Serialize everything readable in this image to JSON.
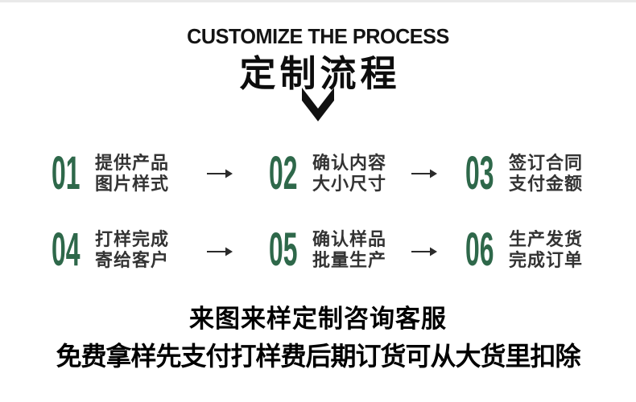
{
  "header": {
    "english_title": "CUSTOMIZE THE PROCESS",
    "chinese_title": "定制流程"
  },
  "steps": [
    {
      "number": "01",
      "line1": "提供产品",
      "line2": "图片样式"
    },
    {
      "number": "02",
      "line1": "确认内容",
      "line2": "大小尺寸"
    },
    {
      "number": "03",
      "line1": "签订合同",
      "line2": "支付金额"
    },
    {
      "number": "04",
      "line1": "打样完成",
      "line2": "寄给客户"
    },
    {
      "number": "05",
      "line1": "确认样品",
      "line2": "批量生产"
    },
    {
      "number": "06",
      "line1": "生产发货",
      "line2": "完成订单"
    }
  ],
  "footer": {
    "line1": "来图来样定制咨询客服",
    "line2": "免费拿样先支付打样费后期订货可从大货里扣除"
  },
  "colors": {
    "step_number_green": "#2E684A",
    "step_text_dark": "#333333",
    "heading_black": "#0d0d0d",
    "arrow_black": "#2b2b2b"
  }
}
